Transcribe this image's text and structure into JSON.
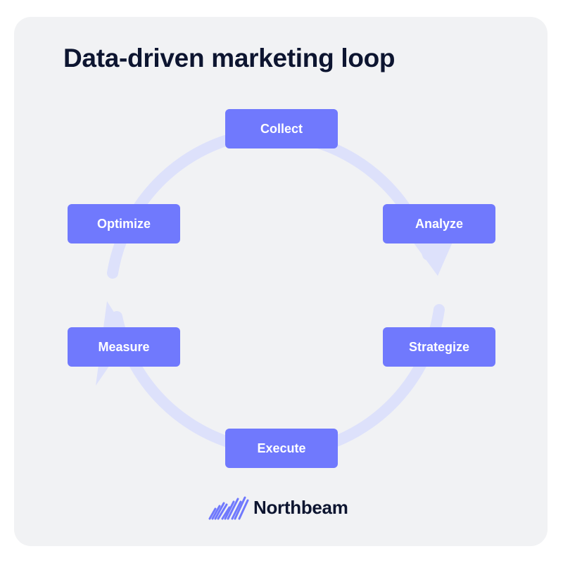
{
  "title": "Data-driven marketing loop",
  "steps": [
    {
      "label": "Collect"
    },
    {
      "label": "Analyze"
    },
    {
      "label": "Strategize"
    },
    {
      "label": "Execute"
    },
    {
      "label": "Measure"
    },
    {
      "label": "Optimize"
    }
  ],
  "brand": {
    "name": "Northbeam",
    "logo_icon": "northbeam-logo-icon"
  },
  "colors": {
    "background": "#f1f2f4",
    "step_fill": "#7079fd",
    "step_text": "#ffffff",
    "loop_arc": "#dde1fb",
    "title_text": "#0d1530"
  }
}
